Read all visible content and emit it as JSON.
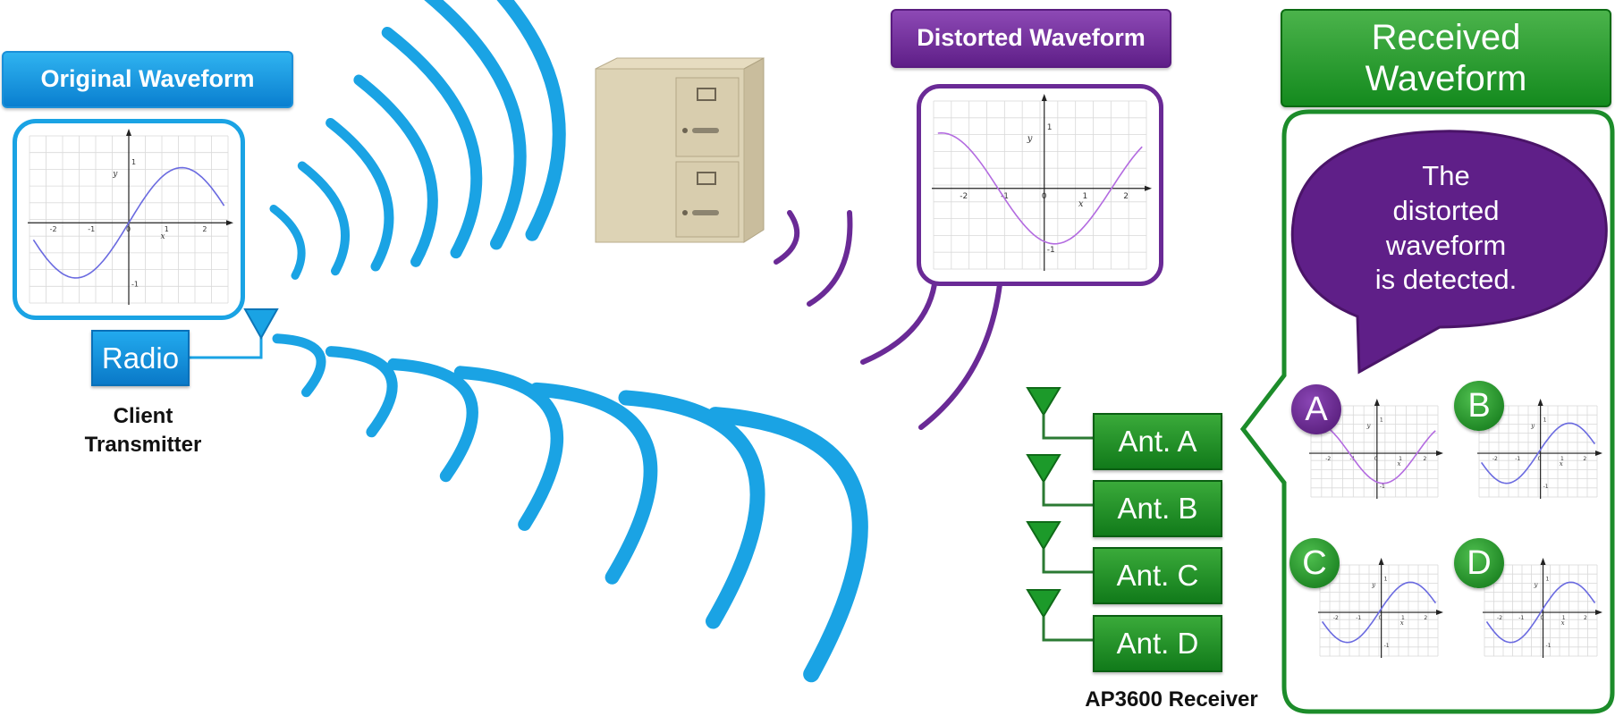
{
  "labels": {
    "original_waveform": "Original Waveform",
    "distorted_waveform": "Distorted Waveform",
    "received_waveform_line1": "Received",
    "received_waveform_line2": "Waveform",
    "radio": "Radio",
    "client_transmitter_line1": "Client",
    "client_transmitter_line2": "Transmitter",
    "ap_receiver": "AP3600 Receiver"
  },
  "antennas": [
    "Ant. A",
    "Ant. B",
    "Ant. C",
    "Ant. D"
  ],
  "bubble": {
    "lines": [
      "The",
      "distorted",
      "waveform",
      "is detected."
    ]
  },
  "received_panels": [
    "A",
    "B",
    "C",
    "D"
  ],
  "graph_ticks": {
    "x": [
      "-2",
      "-1",
      "0",
      "1",
      "2"
    ],
    "y": [
      "1",
      "-1"
    ],
    "x_axis_letter": "x",
    "y_axis_letter": "y"
  },
  "colors": {
    "blue": "#1aa3e4",
    "purple": "#6a2a96",
    "green": "#1c8c2a",
    "curve_blue": "#6a6ae0",
    "curve_purple": "#b36be0"
  },
  "icons": {
    "cabinet": "filing-cabinet-icon",
    "antenna": "antenna-icon"
  }
}
